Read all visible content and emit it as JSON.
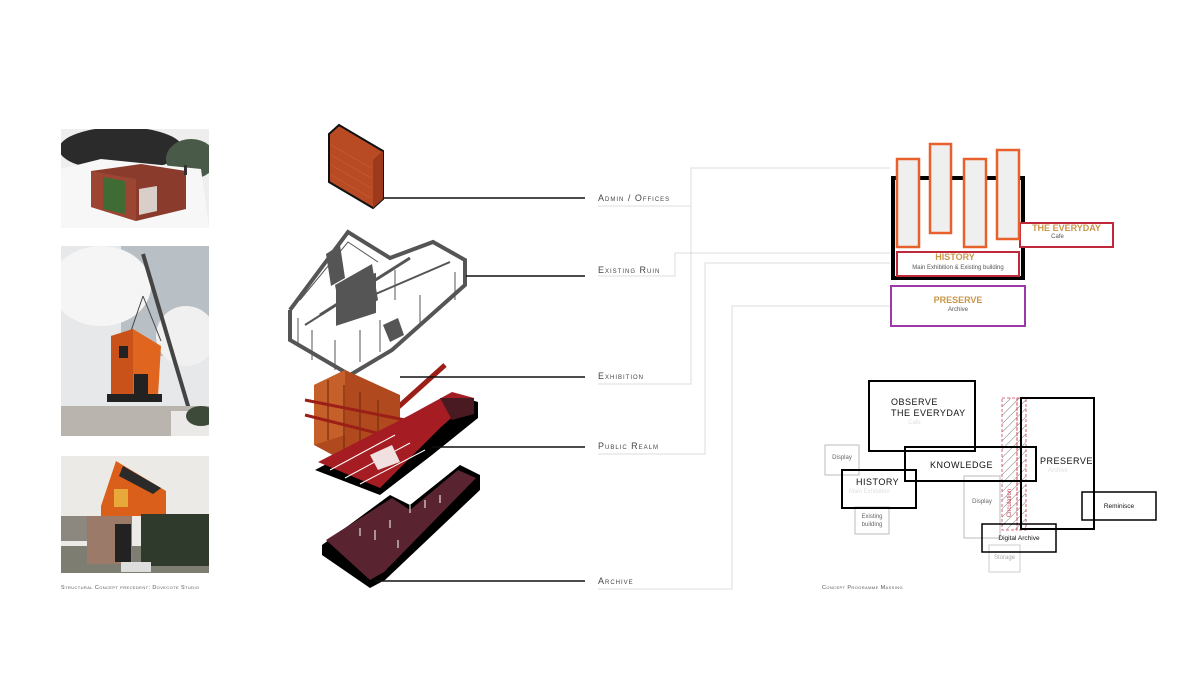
{
  "left_panel": {
    "photos": [
      {
        "name": "brick-ruin-photo",
        "description": "existing brick ruin with ivy"
      },
      {
        "name": "crane-lift-photo",
        "description": "corten steel volume lifted by crane"
      },
      {
        "name": "finished-studio-photo",
        "description": "completed Dovecote Studio"
      }
    ],
    "caption": "Structural Concept precedent: Dovecote Studio"
  },
  "exploded_axo": {
    "labels": [
      {
        "id": "admin",
        "text": "Admin / Offices"
      },
      {
        "id": "ruin",
        "text": "Existing Ruin"
      },
      {
        "id": "exhibition",
        "text": "Exhibition"
      },
      {
        "id": "public",
        "text": "Public Realm"
      },
      {
        "id": "archive",
        "text": "Archive"
      }
    ]
  },
  "programme_diagram": {
    "everyday": {
      "title": "THE EVERYDAY",
      "sub": "Cafe"
    },
    "history": {
      "title": "HISTORY",
      "sub": "Main Exhibition & Existing building"
    },
    "preserve": {
      "title": "PRESERVE",
      "sub": "Archive"
    },
    "colors": {
      "orange": "#e8602c",
      "crimson": "#c0283c",
      "purple": "#9b3aa6",
      "gold_text": "#c9974a",
      "black": "#000000"
    }
  },
  "massing_diagram": {
    "observe": {
      "title_line1": "OBSERVE",
      "title_line2": "THE EVERYDAY",
      "sub": "Cafe"
    },
    "knowledge": {
      "title": "KNOWLEDGE"
    },
    "history": {
      "title": "HISTORY",
      "sub": "Main Exhibition"
    },
    "preserve": {
      "title": "PRESERVE",
      "sub": "Archive"
    },
    "display_left": "Display",
    "display_mid": "Display",
    "existing_building_1": "Existing",
    "existing_building_2": "building",
    "digital_archive": "Digital Archive",
    "storage": "Storage",
    "reminisce": "Reminisce",
    "circulation": "Circulation",
    "caption": "Concept Programme Massing"
  }
}
